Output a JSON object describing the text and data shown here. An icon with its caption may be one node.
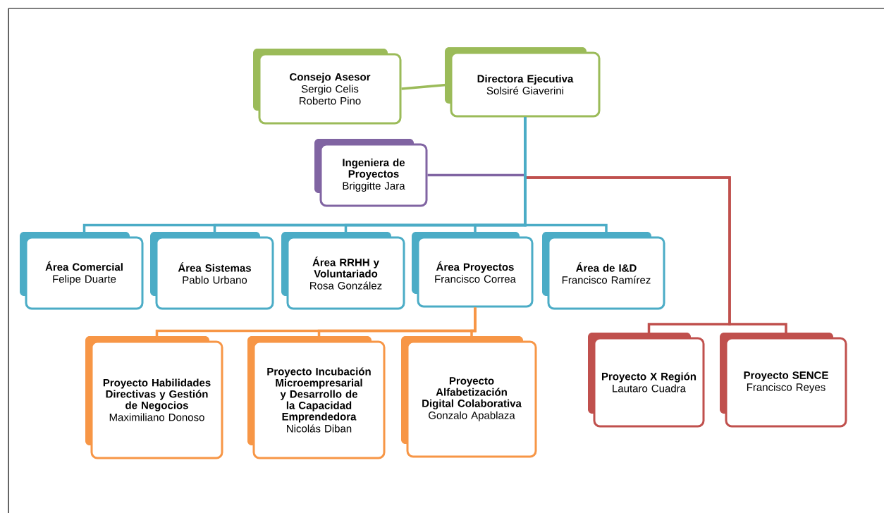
{
  "diagram": {
    "nodes": [
      {
        "text": [
          "Consejo Asesor",
          "Sergio Celis",
          "Roberto Pino"
        ]
      },
      {
        "text": [
          "Directora Ejecutiva",
          "Solsiré Giaverini"
        ]
      },
      {
        "text": [
          "Ingeniera de Proyectos",
          "Briggitte Jara"
        ]
      },
      {
        "text": [
          "Área Comercial",
          "Felipe Duarte"
        ]
      },
      {
        "text": [
          "Área Sistemas",
          "Pablo Urbano"
        ]
      },
      {
        "text": [
          "Área RRHH y Voluntariado",
          "Rosa González"
        ]
      },
      {
        "text": [
          "Área Proyectos",
          "Francisco Correa"
        ]
      },
      {
        "text": [
          "Área de I&D",
          "Francisco Ramírez"
        ]
      },
      {
        "text": [
          "Proyecto Habilidades Directivas y Gestión de Negocios",
          "Maximiliano Donoso"
        ]
      },
      {
        "text": [
          "Proyecto Incubación Microempresarial y Desarrollo de la Capacidad Emprendedora",
          "Nicolás Diban"
        ]
      },
      {
        "text": [
          "Proyecto Alfabetización Digital Colaborativa",
          "Gonzalo Apablaza"
        ]
      },
      {
        "text": [
          "Proyecto X Región",
          "Lautaro Cuadra"
        ]
      },
      {
        "text": [
          "Proyecto SENCE",
          "Francisco Reyes"
        ]
      }
    ],
    "edges": [
      {
        "from": 0,
        "to": 1,
        "arrow": "none",
        "color": "#9bbb59"
      },
      {
        "from": 1,
        "to": 2,
        "arrow": "none",
        "color": "#8064a2"
      },
      {
        "from": 1,
        "to": 11,
        "arrow": "none",
        "color": "#c0504d"
      },
      {
        "from": 1,
        "to": 12,
        "arrow": "none",
        "color": "#c0504d"
      },
      {
        "from": 1,
        "to": 3,
        "arrow": "none"
      },
      {
        "from": 1,
        "to": 4,
        "arrow": "none"
      },
      {
        "from": 1,
        "to": 5,
        "arrow": "none"
      },
      {
        "from": 1,
        "to": 6,
        "arrow": "none"
      },
      {
        "from": 1,
        "to": 7,
        "arrow": "none"
      },
      {
        "from": 6,
        "to": 8,
        "arrow": "none",
        "color": "#f79646"
      },
      {
        "from": 6,
        "to": 9,
        "arrow": "none",
        "color": "#f79646"
      },
      {
        "from": 6,
        "to": 10,
        "arrow": "none",
        "color": "#f79646"
      }
    ]
  }
}
